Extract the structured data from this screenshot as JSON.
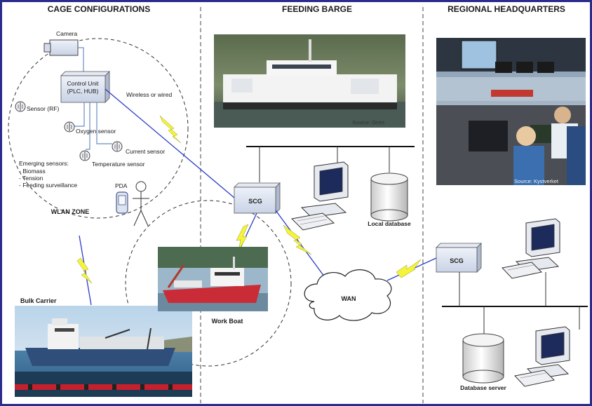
{
  "headers": {
    "cage": "CAGE CONFIGURATIONS",
    "barge": "FEEDING BARGE",
    "hq": "REGIONAL HEADQUARTERS"
  },
  "cage": {
    "camera": "Camera",
    "control_unit_line1": "Control Unit",
    "control_unit_line2": "(PLC, HUB)",
    "wireless": "Wireless or wired",
    "sensor_rf": "Sensor (RF)",
    "oxygen": "Oxygen sensor",
    "current": "Current sensor",
    "temperature": "Temperature sensor",
    "emerging_title": "Emerging sensors:",
    "emerging_1": "- Biomass",
    "emerging_2": "- Tension",
    "emerging_3": "- Feeding surveillance",
    "pda": "PDA",
    "wlan": "WLAN ZONE"
  },
  "barge": {
    "photo_source": "Source: Oceo",
    "scg": "SCG",
    "local_db": "Local database",
    "wan": "WAN"
  },
  "vessels": {
    "bulk_carrier": "Bulk Carrier",
    "work_boat": "Work Boat"
  },
  "hq": {
    "photo_source": "Source: Kystverket",
    "scg": "SCG",
    "db_server": "Database server"
  },
  "colors": {
    "frame": "#2b2b8c",
    "link_blue": "#2a3cc8",
    "lightning": "#f4f43a",
    "node_fill": "#dfe6f3"
  }
}
